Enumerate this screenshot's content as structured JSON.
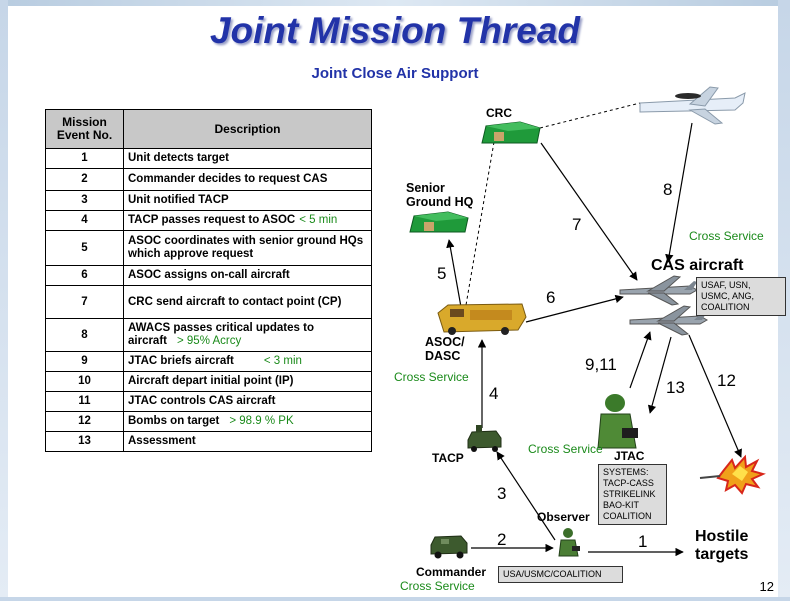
{
  "title": "Joint Mission Thread",
  "subtitle": "Joint Close Air Support",
  "table": {
    "header": {
      "no": "Mission Event No.",
      "desc": "Description"
    },
    "rows": [
      {
        "no": "1",
        "desc": "Unit detects target",
        "note": ""
      },
      {
        "no": "2",
        "desc": "Commander decides to request CAS",
        "note": ""
      },
      {
        "no": "3",
        "desc": "Unit notified TACP",
        "note": ""
      },
      {
        "no": "4",
        "desc": "TACP passes request to ASOC",
        "note": "< 5 min"
      },
      {
        "no": "5",
        "desc": "ASOC coordinates with senior ground HQs which approve request",
        "note": ""
      },
      {
        "no": "6",
        "desc": "ASOC assigns on-call aircraft",
        "note": ""
      },
      {
        "no": "7",
        "desc": "CRC send aircraft to contact point (CP)",
        "note": ""
      },
      {
        "no": "8",
        "desc": "AWACS passes critical updates to aircraft",
        "note": "> 95% Acrcy"
      },
      {
        "no": "9",
        "desc": "JTAC briefs aircraft",
        "note": "< 3 min"
      },
      {
        "no": "10",
        "desc": "Aircraft depart initial point (IP)",
        "note": ""
      },
      {
        "no": "11",
        "desc": "JTAC controls CAS aircraft",
        "note": ""
      },
      {
        "no": "12",
        "desc": "Bombs on target",
        "note": "> 98.9 % PK"
      },
      {
        "no": "13",
        "desc": "Assessment",
        "note": ""
      }
    ]
  },
  "nodes": {
    "crc": "CRC",
    "senior_hq": "Senior Ground HQ",
    "asoc": "ASOC/ DASC",
    "cas_aircraft": "CAS aircraft",
    "tacp": "TACP",
    "observer": "Observer",
    "jtac": "JTAC",
    "commander": "Commander",
    "hostile": "Hostile targets"
  },
  "cross_service": "Cross Service",
  "boxes": {
    "cas_aircraft": [
      "USAF, USN,",
      "USMC, ANG,",
      "COALITION"
    ],
    "jtac_systems": [
      "SYSTEMS:",
      "TACP-CASS",
      "STRIKELINK",
      "BAO-KIT",
      "COALITION"
    ],
    "commander": "USA/USMC/COALITION"
  },
  "flow_numbers": {
    "n1": "1",
    "n2": "2",
    "n3": "3",
    "n4": "4",
    "n5": "5",
    "n6": "6",
    "n7": "7",
    "n8": "8",
    "n9_11": "9,11",
    "n12": "12",
    "n13": "13"
  },
  "page_number": "12",
  "colors": {
    "title": "#2233a8",
    "note": "#1a8a1a",
    "tent": "#1f9a3a"
  },
  "icons": [
    "tent-icon",
    "tent-icon",
    "asoc-vehicle-icon",
    "fighter-jet-icon",
    "fighter-jet-icon",
    "awacs-aircraft-icon",
    "humvee-icon",
    "soldier-icon",
    "explosion-icon"
  ]
}
